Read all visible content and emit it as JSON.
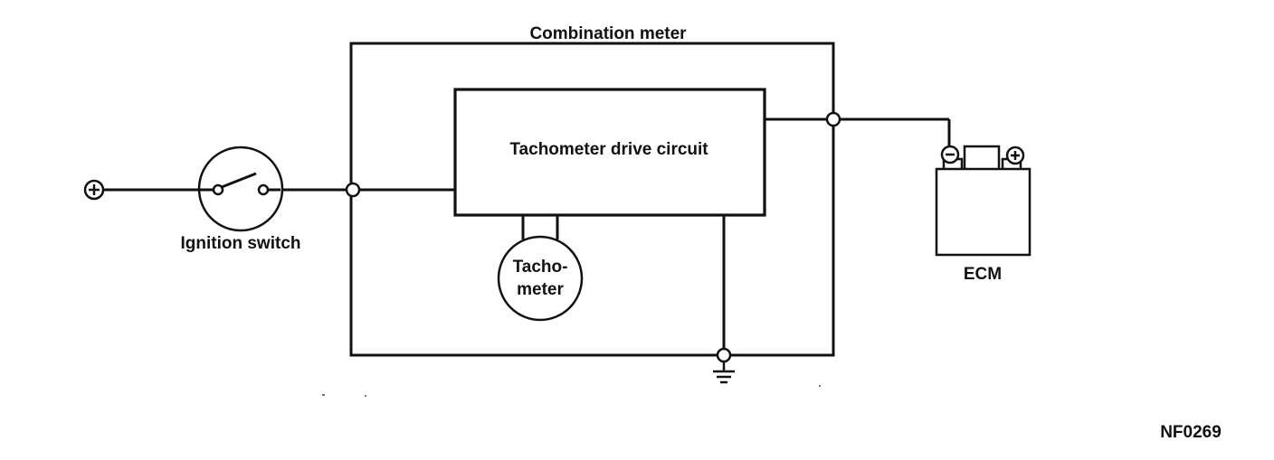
{
  "diagram": {
    "labels": {
      "combination_meter": "Combination meter",
      "tachometer_drive_circuit": "Tachometer drive circuit",
      "tachometer_line1": "Tacho-",
      "tachometer_line2": "meter",
      "ignition_switch": "Ignition switch",
      "ecm": "ECM",
      "figure_code": "NF0269"
    },
    "symbols": {
      "positive_terminal": "+",
      "negative_terminal": "−",
      "ground": "ground-symbol"
    }
  }
}
